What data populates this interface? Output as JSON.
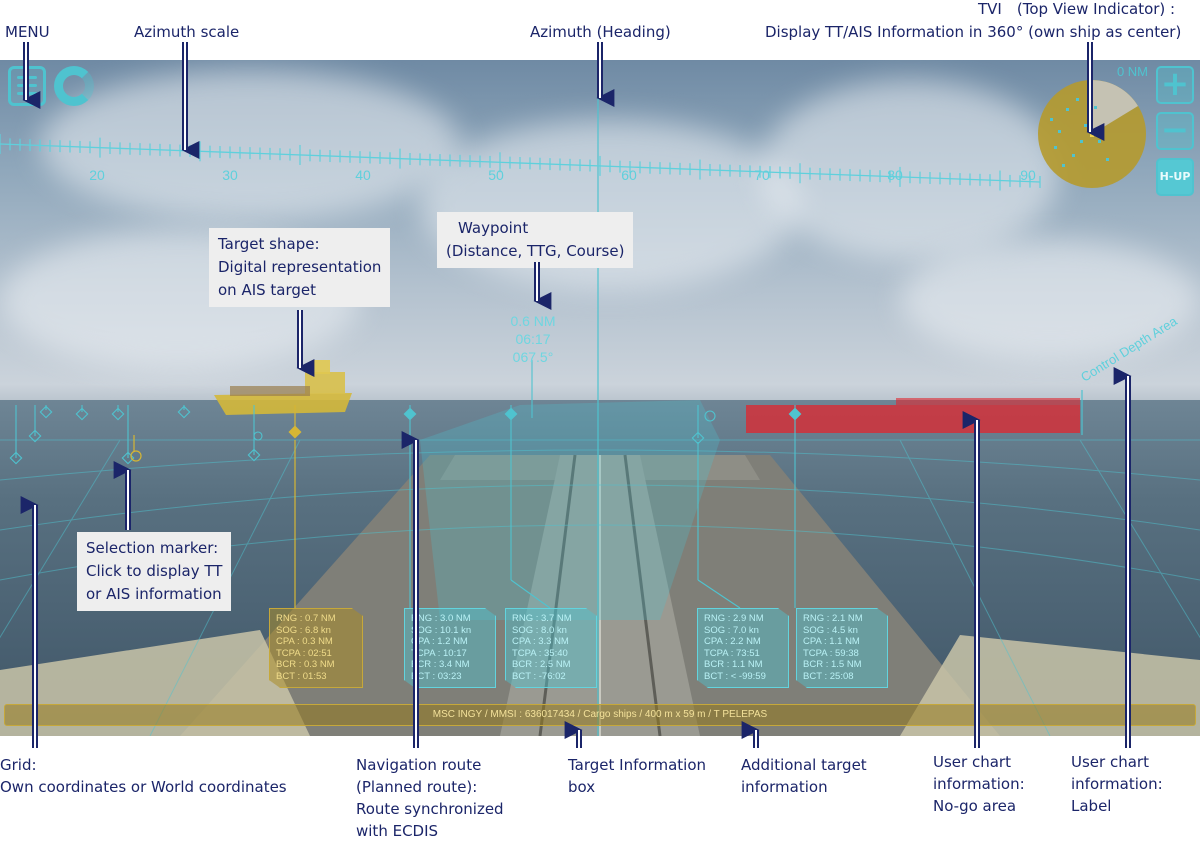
{
  "annotations": {
    "menu": "MENU",
    "azimuth_scale": "Azimuth scale",
    "azimuth_heading": "Azimuth (Heading)",
    "tvi_line1": "TVI　(Top View Indicator) :",
    "tvi_line2": "Display TT/AIS Information in 360° (own ship as center)",
    "waypoint_line1": "Waypoint",
    "waypoint_line2": "(Distance, TTG, Course)",
    "target_shape_line1": "Target shape:",
    "target_shape_line2": "Digital representation",
    "target_shape_line3": "on AIS target",
    "selection_line1": "Selection marker:",
    "selection_line2": "Click to display TT",
    "selection_line3": "or AIS information",
    "grid_line1": "Grid:",
    "grid_line2": "Own coordinates or World coordinates",
    "nav_line1": "Navigation route",
    "nav_line2": "(Planned route):",
    "nav_line3": "Route synchronized",
    "nav_line4": "with ECDIS",
    "tib_line1": "Target Information",
    "tib_line2": "box",
    "add_line1": "Additional target",
    "add_line2": "information",
    "nogo_line1": "User chart",
    "nogo_line2": "information:",
    "nogo_line3": "No-go area",
    "label_line1": "User chart",
    "label_line2": "information:",
    "label_line3": "Label"
  },
  "hud": {
    "azimuth_ticks": [
      "20",
      "30",
      "40",
      "50",
      "60",
      "70",
      "80",
      "90"
    ],
    "waypoint": {
      "distance": "0.6 NM",
      "ttg": "06:17",
      "course": "067.5°"
    },
    "tvi_range": "0 NM",
    "hup_label": "H-UP",
    "chart_label": "Control Depth Area",
    "info_bar": "MSC INGY  /  MMSI : 636017434  /  Cargo ships  /  400 m x 59 m  /  T PELEPAS"
  },
  "targets": [
    {
      "style": "amber",
      "rows": [
        "RNG : 0.7 NM",
        "SOG : 6.8 kn",
        "CPA : 0.3 NM",
        "TCPA : 02:51",
        "BCR : 0.3 NM",
        "BCT : 01:53"
      ]
    },
    {
      "style": "cyan",
      "rows": [
        "RNG : 3.0 NM",
        "SOG : 10.1 kn",
        "CPA : 1.2 NM",
        "TCPA : 10:17",
        "BCR : 3.4 NM",
        "BCT : 03:23"
      ]
    },
    {
      "style": "cyan",
      "rows": [
        "RNG : 3.7 NM",
        "SOG : 8.0 kn",
        "CPA : 3.3 NM",
        "TCPA : 35:40",
        "BCR : 2.5 NM",
        "BCT : -76:02"
      ]
    },
    {
      "style": "cyan",
      "rows": [
        "RNG : 2.9 NM",
        "SOG : 7.0 kn",
        "CPA : 2.2 NM",
        "TCPA : 73:51",
        "BCR : 1.1 NM",
        "BCT : < -99:59"
      ]
    },
    {
      "style": "cyan",
      "rows": [
        "RNG : 2.1 NM",
        "SOG : 4.5 kn",
        "CPA : 1.1 NM",
        "TCPA : 59:38",
        "BCR : 1.5 NM",
        "BCT : 25:08"
      ]
    }
  ],
  "colors": {
    "hud_cyan": "#4fc3cf",
    "hud_amber": "#c6a83a",
    "annotation_navy": "#1b2569",
    "no_go_red": "#e0262e"
  }
}
